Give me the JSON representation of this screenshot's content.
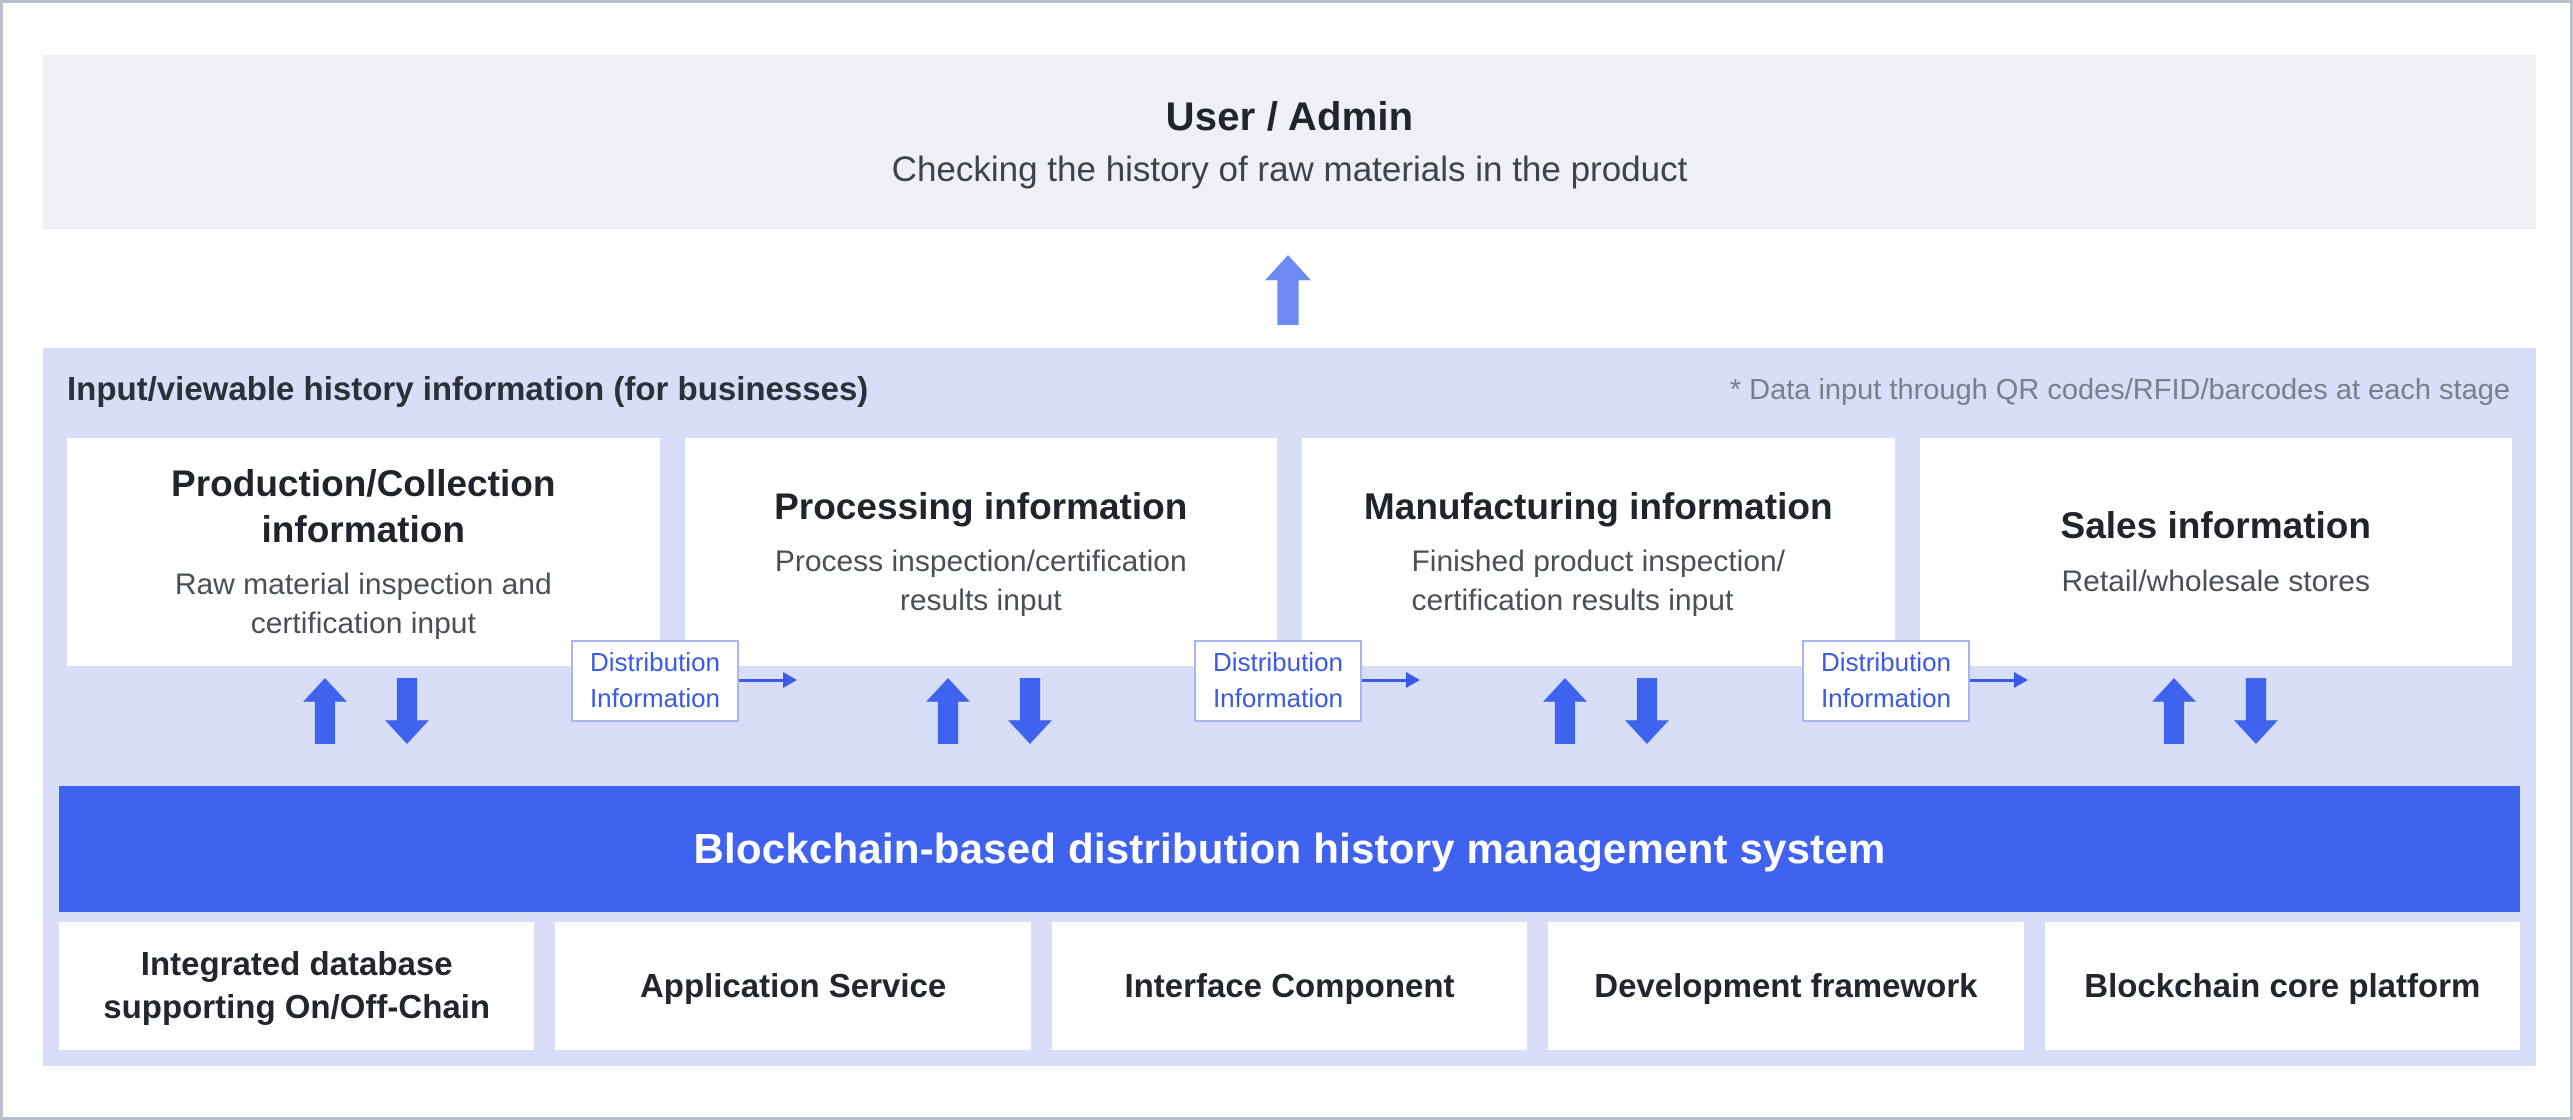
{
  "user_admin_box": {
    "title": "User / Admin",
    "subtitle": "Checking the history of raw materials in the product"
  },
  "history_panel": {
    "title": "Input/viewable history information (for businesses)",
    "note": "* Data input through QR codes/RFID/barcodes at each stage",
    "cards": [
      {
        "title": "Production/Collection\ninformation",
        "subtitle": "Raw material inspection and\ncertification input"
      },
      {
        "title": "Processing information",
        "subtitle": "Process inspection/certification\nresults input"
      },
      {
        "title": "Manufacturing information",
        "subtitle": "Finished product inspection/\ncertification results input"
      },
      {
        "title": "Sales information",
        "subtitle": "Retail/wholesale stores"
      }
    ],
    "distribution_label": "Distribution\nInformation"
  },
  "system_banner": {
    "label": "Blockchain-based distribution history management system"
  },
  "foundation_row": {
    "items": [
      {
        "label": "Integrated database\nsupporting On/Off-Chain"
      },
      {
        "label": "Application Service"
      },
      {
        "label": "Interface Component"
      },
      {
        "label": "Development framework"
      },
      {
        "label": "Blockchain core platform"
      }
    ]
  },
  "colors": {
    "header_gray": "#eef0f4",
    "panel_lavender": "#d8ddf8",
    "banner_blue": "#3f62ef",
    "flow_arrow_blue": "#3e63ee",
    "soft_arrow_blue": "#6d89f3",
    "distribution_text_blue": "#3b5ae5",
    "distribution_border": "#a9b6ef"
  }
}
